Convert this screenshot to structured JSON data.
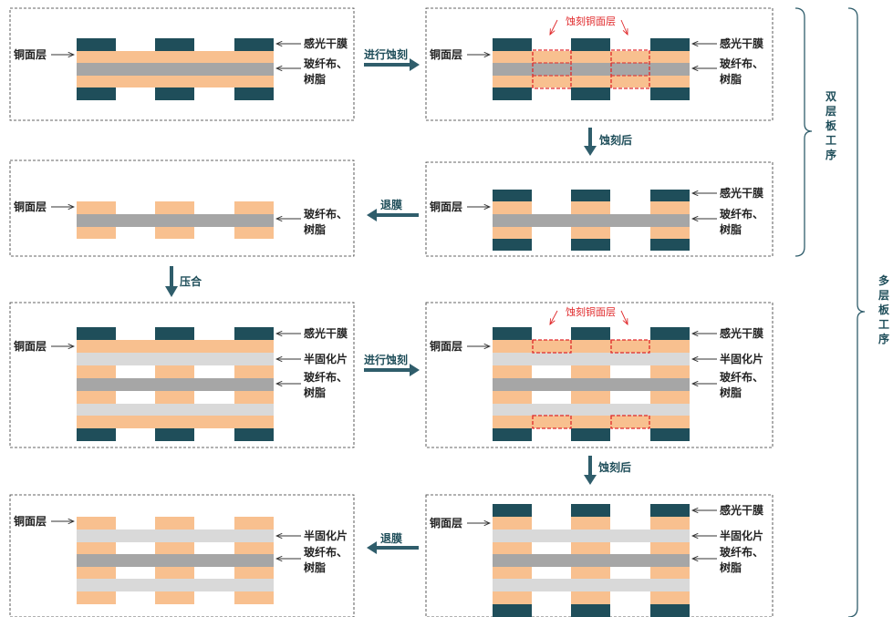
{
  "labels": {
    "copper": "铜面层",
    "dryfilm": "感光干膜",
    "glassfiber_line1": "玻纤布、",
    "glassfiber_line2": "树脂",
    "prepreg": "半固化片",
    "etch_copper": "蚀刻铜面层"
  },
  "steps": {
    "etch": "进行蚀刻",
    "after_etch": "蚀刻后",
    "strip": "退膜",
    "laminate": "压合"
  },
  "brackets": {
    "double_layer": "双层板工序",
    "multi_layer": "多层板工序"
  },
  "colors": {
    "dryfilm": "#1f4e5a",
    "copper": "#f8c08f",
    "glassfiber": "#a6a6a6",
    "prepreg": "#d9d9d9",
    "arrow": "#2f5d6b",
    "highlight": "#e0282a"
  }
}
